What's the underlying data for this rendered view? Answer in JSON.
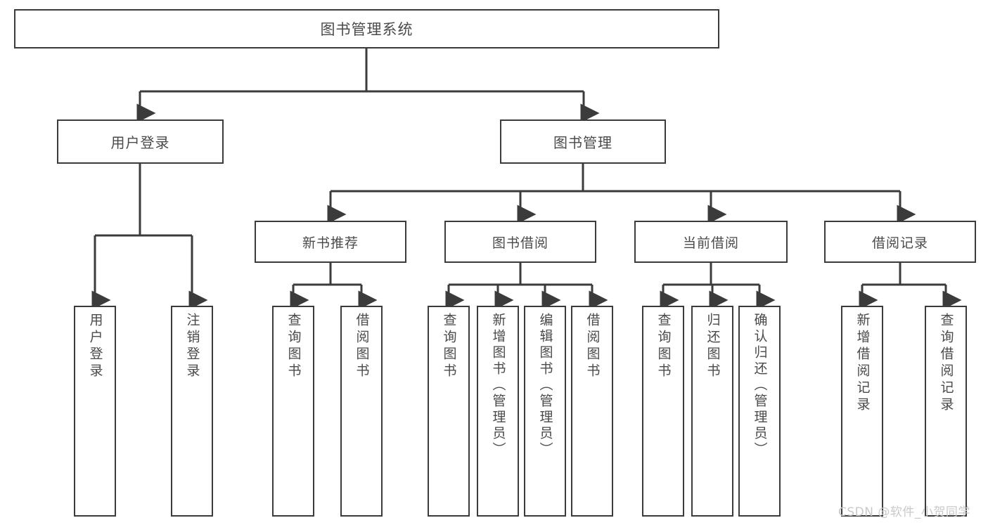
{
  "diagram": {
    "title": "图书管理系统",
    "type": "tree-hierarchy",
    "watermark": "CSDN @软件_小贺同学",
    "colors": {
      "node_border": "#3b3b3b",
      "node_fill": "#ffffff",
      "text": "#4a4a4a",
      "edge": "#3b3b3b",
      "watermark": "#c9c9c9",
      "background": "#ffffff"
    },
    "nodes": {
      "root": {
        "label": "图书管理系统"
      },
      "level1": [
        {
          "id": "user-login",
          "label": "用户登录"
        },
        {
          "id": "book-management",
          "label": "图书管理"
        }
      ],
      "level2": [
        {
          "id": "new-book-recommend",
          "label": "新书推荐"
        },
        {
          "id": "book-borrow",
          "label": "图书借阅"
        },
        {
          "id": "current-borrow",
          "label": "当前借阅"
        },
        {
          "id": "borrow-record",
          "label": "借阅记录"
        }
      ],
      "leaves": {
        "user-login": [
          {
            "id": "leaf-user-login",
            "label": "用户登录"
          },
          {
            "id": "leaf-logout-login",
            "label": "注销登录"
          }
        ],
        "new-book-recommend": [
          {
            "id": "leaf-query-book-1",
            "label": "查询图书"
          },
          {
            "id": "leaf-borrow-book-1",
            "label": "借阅图书"
          }
        ],
        "book-borrow": [
          {
            "id": "leaf-query-book-2",
            "label": "查询图书"
          },
          {
            "id": "leaf-add-book",
            "label": "新增图书（管理员）"
          },
          {
            "id": "leaf-edit-book",
            "label": "编辑图书（管理员）"
          },
          {
            "id": "leaf-borrow-book-2",
            "label": "借阅图书"
          }
        ],
        "current-borrow": [
          {
            "id": "leaf-query-book-3",
            "label": "查询图书"
          },
          {
            "id": "leaf-return-book",
            "label": "归还图书"
          },
          {
            "id": "leaf-confirm-return",
            "label": "确认归还（管理员）"
          }
        ],
        "borrow-record": [
          {
            "id": "leaf-add-record",
            "label": "新增借阅记录"
          },
          {
            "id": "leaf-query-record",
            "label": "查询借阅记录"
          }
        ]
      }
    }
  }
}
